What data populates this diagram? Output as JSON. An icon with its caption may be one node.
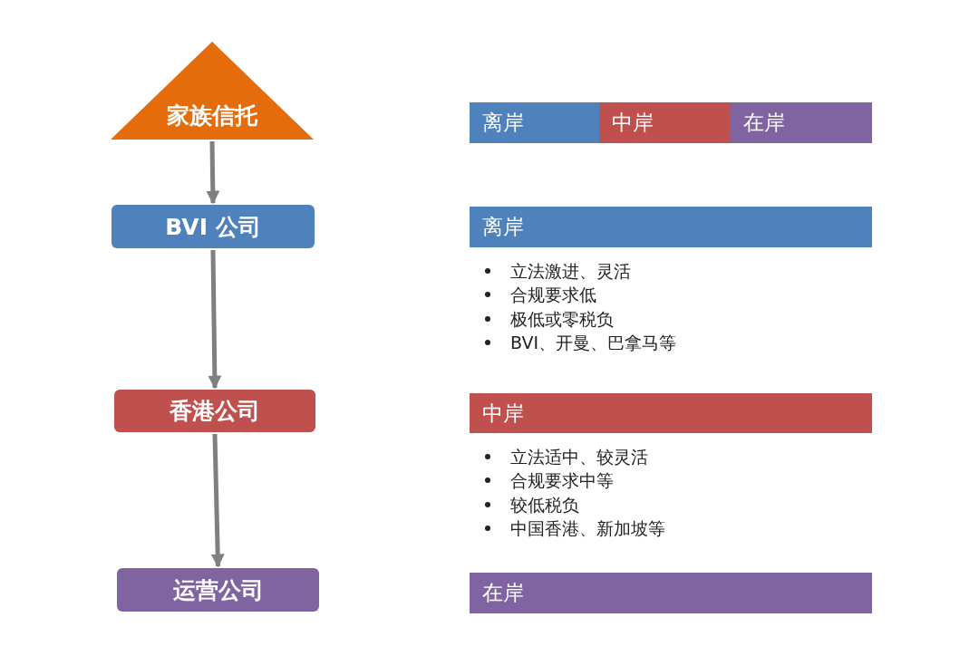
{
  "diagram": {
    "nodes": [
      {
        "text": [
          "家族信托"
        ]
      },
      {
        "text": [
          "BVI 公司"
        ]
      },
      {
        "text": [
          "香港公司"
        ]
      },
      {
        "text": [
          "运营公司"
        ]
      },
      {
        "text": [
          "离岸"
        ]
      },
      {
        "text": [
          "中岸"
        ]
      },
      {
        "text": [
          "在岸"
        ]
      },
      {
        "text": [
          "离岸"
        ]
      },
      {
        "text": [
          "中岸"
        ]
      },
      {
        "text": [
          "在岸"
        ]
      }
    ],
    "edges": [
      {
        "from": 0,
        "to": 1,
        "arrow": "to"
      },
      {
        "from": 1,
        "to": 2,
        "arrow": "to"
      },
      {
        "from": 2,
        "to": 3,
        "arrow": "to"
      }
    ],
    "labels": [
      "立法激进、灵活",
      "合规要求低",
      "极低或零税负",
      "BVI、开曼、巴拿马等",
      "立法适中、较灵活",
      "合规要求中等",
      "较低税负",
      "中国香港、新加坡等"
    ]
  }
}
